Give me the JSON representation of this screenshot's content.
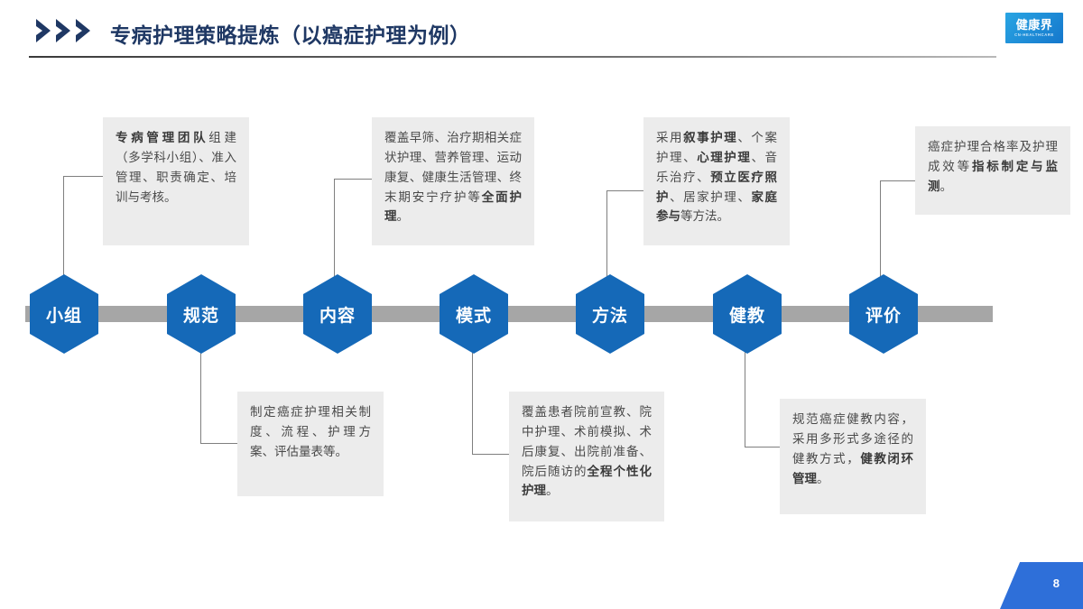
{
  "header": {
    "title": "专病护理策略提炼（以癌症护理为例）",
    "chevron_icon": "double-chevron-right-icon",
    "accent_color": "#1F3864"
  },
  "logo": {
    "name": "健康界",
    "subtitle": "CN-HEALTHCARE",
    "color": "#1577CC"
  },
  "timeline": {
    "bar_color": "#A6A6A6",
    "node_color": "#1569B8",
    "nodes": [
      {
        "label": "小组"
      },
      {
        "label": "规范"
      },
      {
        "label": "内容"
      },
      {
        "label": "模式"
      },
      {
        "label": "方法"
      },
      {
        "label": "健教"
      },
      {
        "label": "评价"
      }
    ]
  },
  "callouts": {
    "top": [
      {
        "node": "小组",
        "html": "<b>专病管理团队</b>组建（多学科小组）、准入管理、职责确定、培训与考核。"
      },
      {
        "node": "内容",
        "html": "覆盖早筛、治疗期相关症状护理、营养管理、运动康复、健康生活管理、终末期安宁疗护等<b>全面护理</b>。"
      },
      {
        "node": "方法",
        "html": "采用<b>叙事护理</b>、个案护理、<b>心理护理</b>、音乐治疗、<b>预立医疗照护</b>、居家护理、<b>家庭参与</b>等方法。"
      },
      {
        "node": "评价",
        "html": "癌症护理合格率及护理成效等<b>指标制定与监测</b>。"
      }
    ],
    "bottom": [
      {
        "node": "规范",
        "html": "制定癌症护理相关制度、流程、护理方案、评估量表等。"
      },
      {
        "node": "模式",
        "html": "覆盖患者院前宣教、院中护理、术前模拟、术后康复、出院前准备、院后随访的<b>全程个性化护理</b>。"
      },
      {
        "node": "健教",
        "html": "规范癌症健教内容，采用多形式多途径的健教方式，<b>健教闭环管理</b>。"
      }
    ]
  },
  "footer": {
    "page_number": "8"
  }
}
